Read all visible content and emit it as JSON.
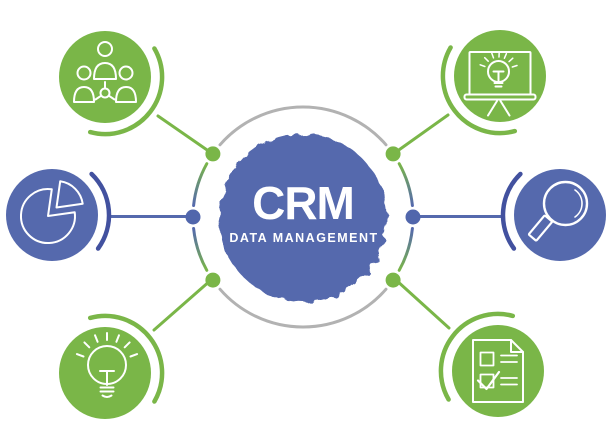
{
  "diagram": {
    "title": "CRM",
    "subtitle": "DATA MANAGEMENT",
    "type": "hub-and-spoke infographic",
    "hub": {
      "label": "CRM",
      "sublabel": "DATA MANAGEMENT",
      "shape": "jagged-circle"
    },
    "nodes": [
      {
        "id": "team",
        "position": "top-left",
        "icon": "team-org-icon",
        "color_key": "green"
      },
      {
        "id": "presentation-idea",
        "position": "top-right",
        "icon": "presentation-lightbulb-icon",
        "color_key": "green"
      },
      {
        "id": "pie-chart",
        "position": "left",
        "icon": "pie-chart-icon",
        "color_key": "blue"
      },
      {
        "id": "search",
        "position": "right",
        "icon": "magnifier-icon",
        "color_key": "blue"
      },
      {
        "id": "idea",
        "position": "bottom-left",
        "icon": "lightbulb-icon",
        "color_key": "green"
      },
      {
        "id": "checklist",
        "position": "bottom-right",
        "icon": "checklist-document-icon",
        "color_key": "green"
      }
    ],
    "ring": {
      "segments": [
        "gray-top",
        "gradient-left-upper",
        "gradient-left-lower",
        "gray-bottom",
        "gradient-right-upper",
        "gradient-right-lower"
      ],
      "dots": 6
    }
  },
  "colors": {
    "green": "#7ab648",
    "blue": "#5569ad",
    "blue_dot": "#5166ac",
    "navy": "#42519f",
    "gray": "#b2b2b2",
    "white": "#ffffff"
  }
}
